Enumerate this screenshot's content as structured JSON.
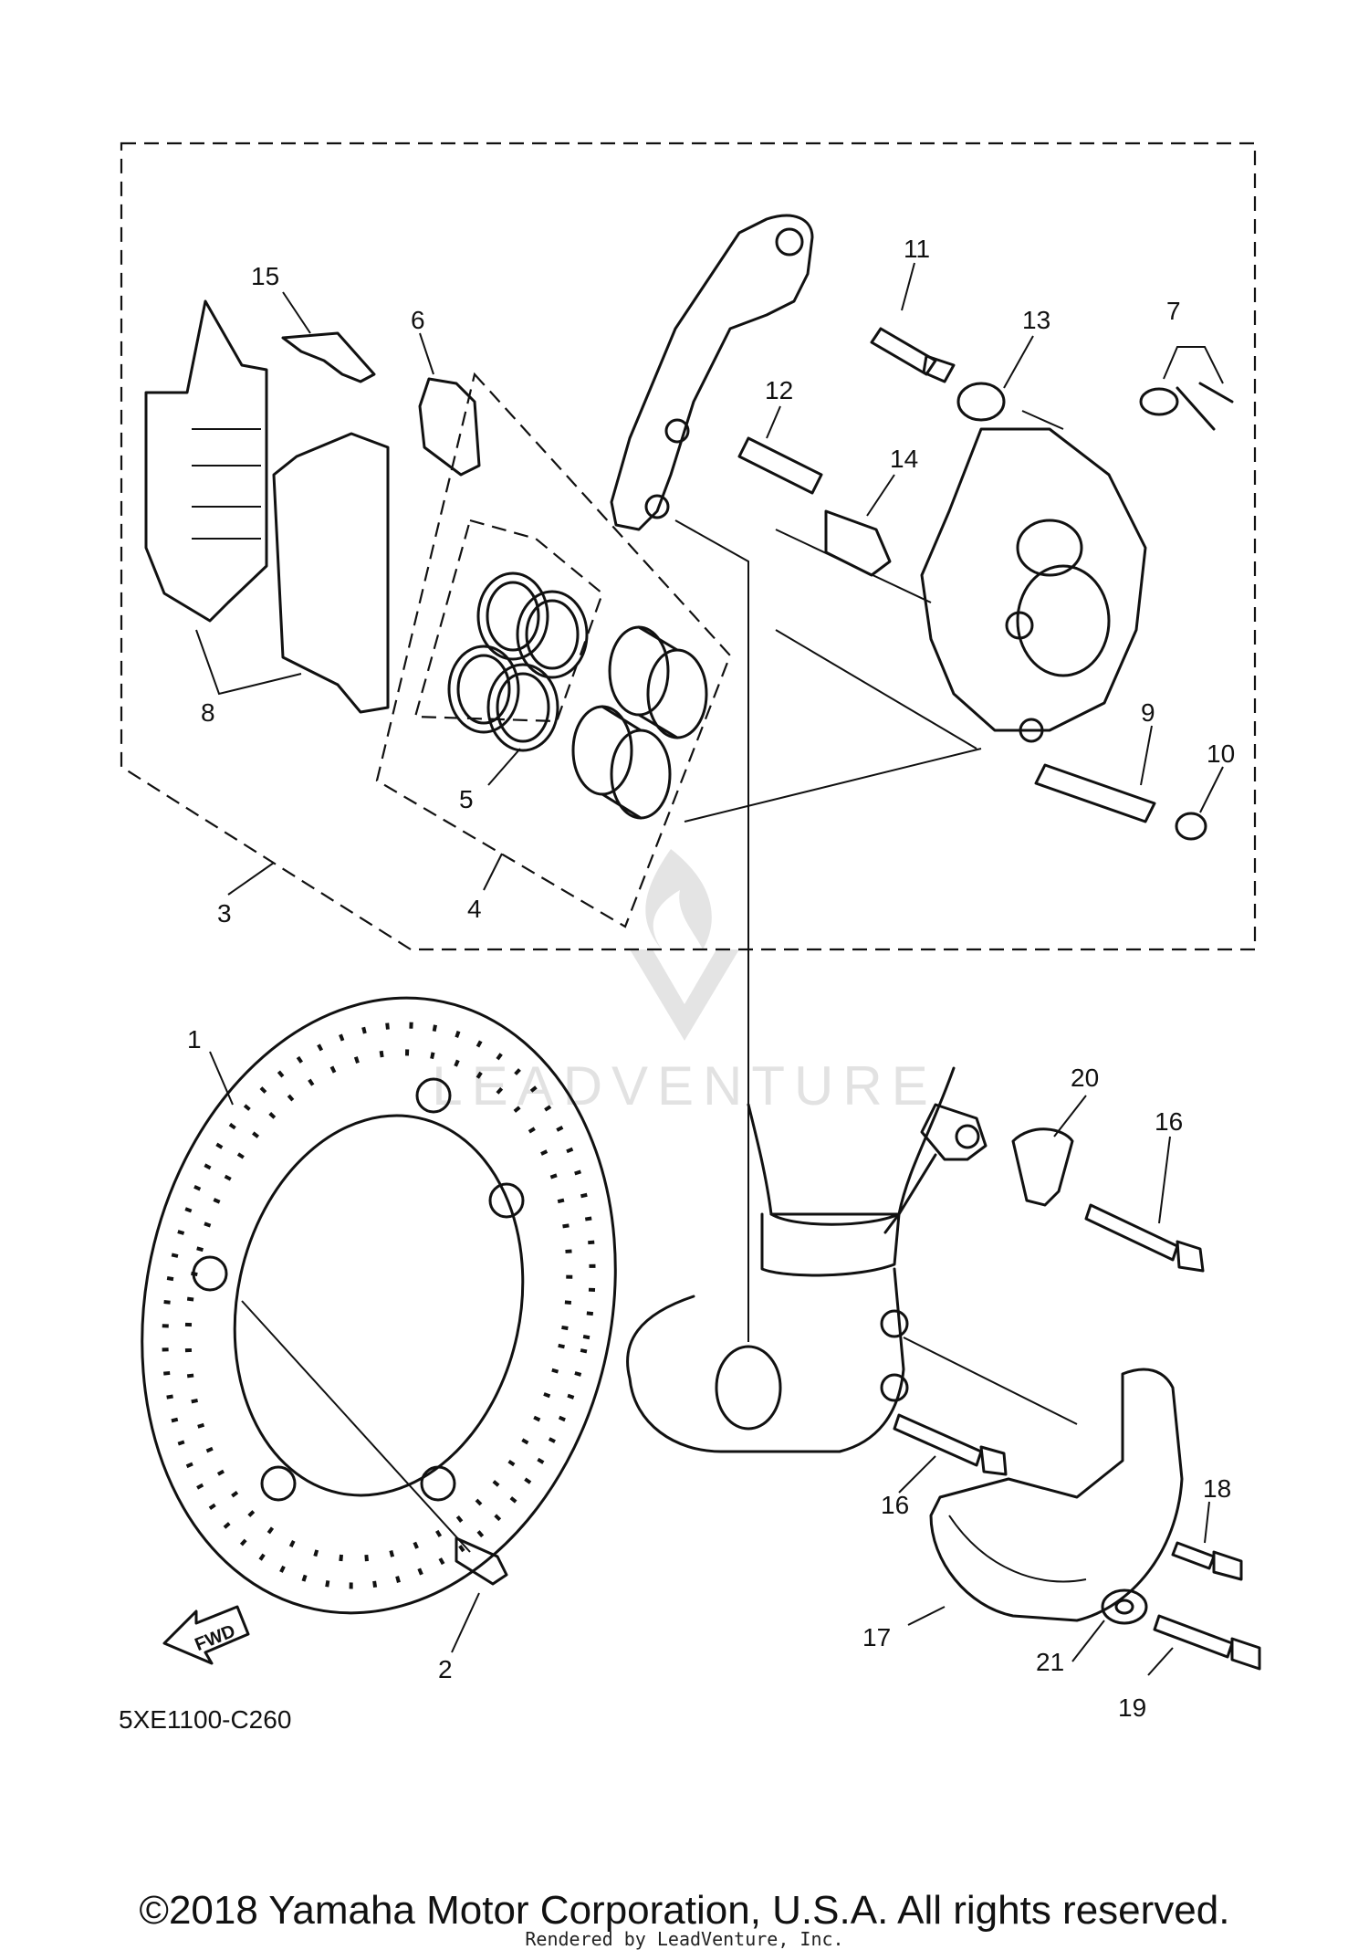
{
  "diagram": {
    "code": "5XE1100-C260",
    "fwd_label": "FWD",
    "watermark": "LEADVENTURE",
    "copyright": "©2018 Yamaha Motor Corporation, U.S.A. All rights reserved.",
    "render_credit": "Rendered by LeadVenture, Inc.",
    "callouts": [
      {
        "id": "1",
        "label": "1"
      },
      {
        "id": "2",
        "label": "2"
      },
      {
        "id": "3",
        "label": "3"
      },
      {
        "id": "4",
        "label": "4"
      },
      {
        "id": "5",
        "label": "5"
      },
      {
        "id": "6",
        "label": "6"
      },
      {
        "id": "7",
        "label": "7"
      },
      {
        "id": "8",
        "label": "8"
      },
      {
        "id": "9",
        "label": "9"
      },
      {
        "id": "10",
        "label": "10"
      },
      {
        "id": "11",
        "label": "11"
      },
      {
        "id": "12",
        "label": "12"
      },
      {
        "id": "13",
        "label": "13"
      },
      {
        "id": "14",
        "label": "14"
      },
      {
        "id": "15",
        "label": "15"
      },
      {
        "id": "16a",
        "label": "16"
      },
      {
        "id": "16b",
        "label": "16"
      },
      {
        "id": "17",
        "label": "17"
      },
      {
        "id": "18",
        "label": "18"
      },
      {
        "id": "19",
        "label": "19"
      },
      {
        "id": "20",
        "label": "20"
      },
      {
        "id": "21",
        "label": "21"
      }
    ]
  }
}
